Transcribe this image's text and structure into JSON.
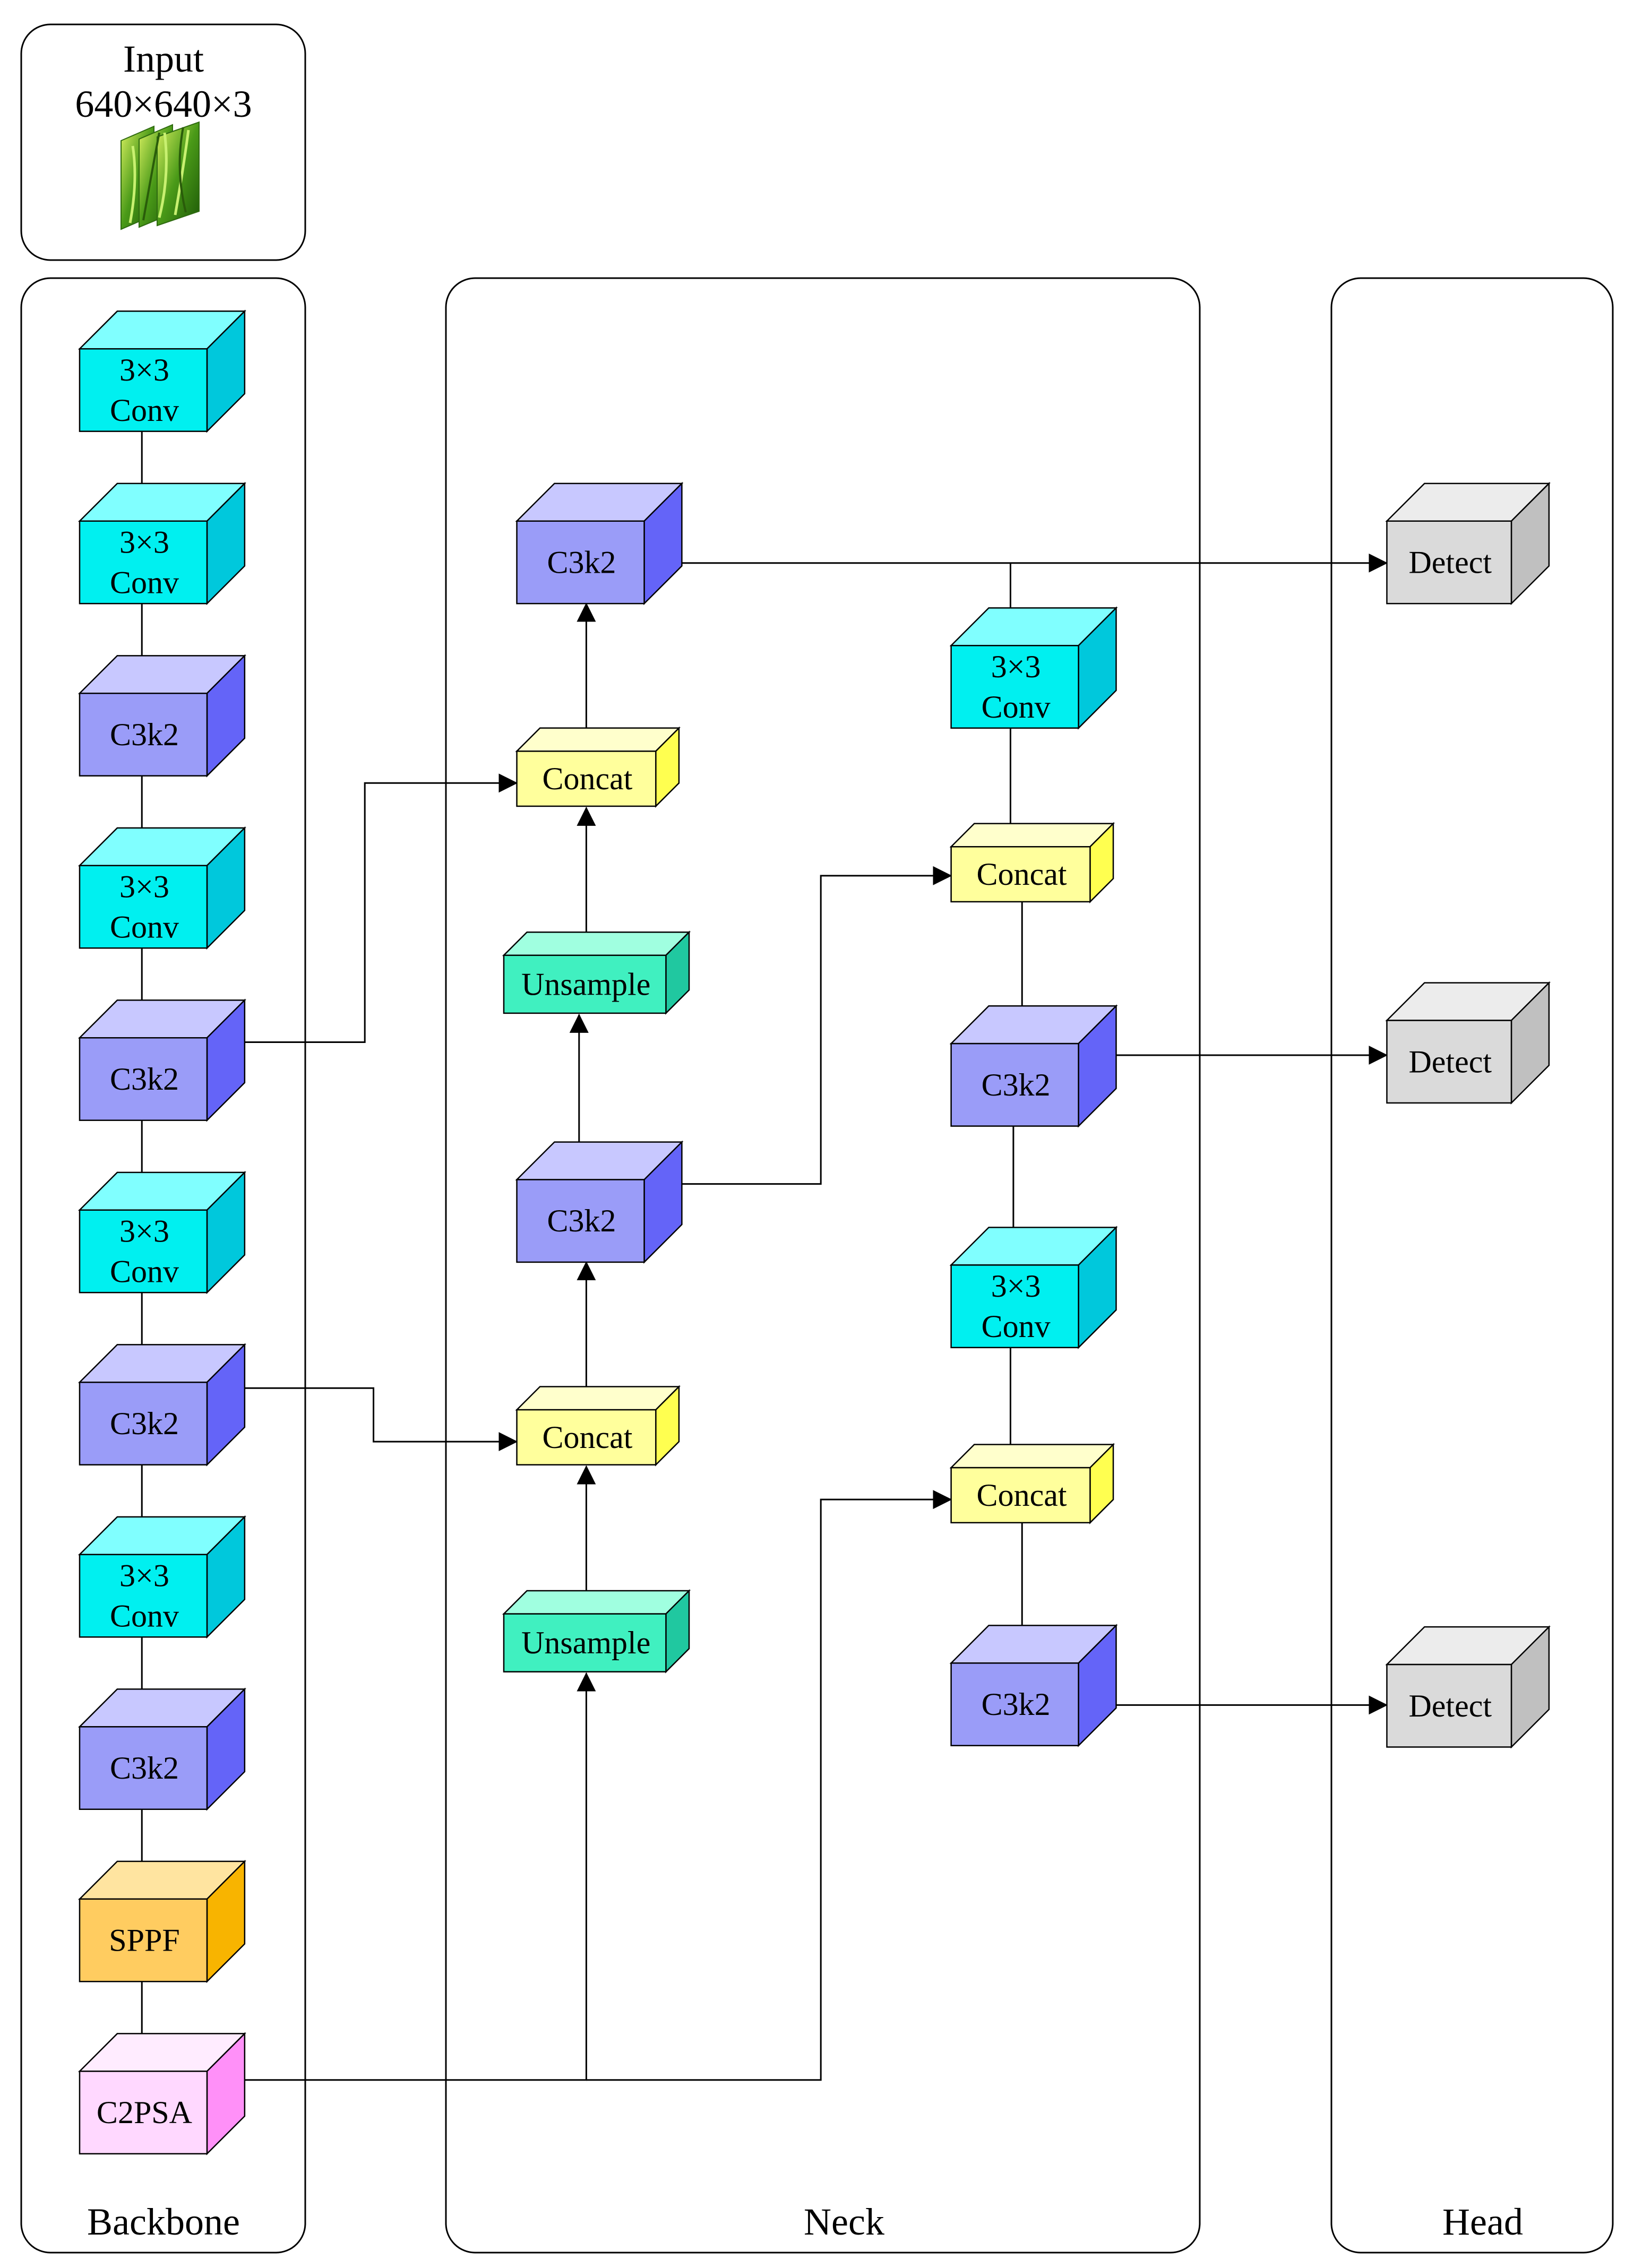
{
  "input": {
    "title": "Input",
    "size": "640×640×3"
  },
  "panels": {
    "backbone": "Backbone",
    "neck": "Neck",
    "head": "Head"
  },
  "colors": {
    "conv": {
      "front": "#00f0f0",
      "top": "#80ffff",
      "side": "#00c8dc"
    },
    "c3k2": {
      "front": "#9a9cf8",
      "top": "#c8c8ff",
      "side": "#6464f8"
    },
    "concat": {
      "front": "#ffff9c",
      "top": "#ffffcc",
      "side": "#ffff50"
    },
    "upsample": {
      "front": "#40f0c0",
      "top": "#a0ffe0",
      "side": "#20c8a0"
    },
    "sppf": {
      "front": "#ffcc60",
      "top": "#ffe4a0",
      "side": "#f8b400"
    },
    "c2psa": {
      "front": "#ffd8ff",
      "top": "#ffecff",
      "side": "#ff90f8"
    },
    "detect": {
      "front": "#dadada",
      "top": "#ececec",
      "side": "#c0c0c0"
    }
  },
  "nodes": [
    {
      "id": "b1",
      "kind": "conv",
      "label": [
        "3×3",
        "Conv"
      ]
    },
    {
      "id": "b2",
      "kind": "conv",
      "label": [
        "3×3",
        "Conv"
      ]
    },
    {
      "id": "b3",
      "kind": "c3k2",
      "label": [
        "C3k2"
      ]
    },
    {
      "id": "b4",
      "kind": "conv",
      "label": [
        "3×3",
        "Conv"
      ]
    },
    {
      "id": "b5",
      "kind": "c3k2",
      "label": [
        "C3k2"
      ]
    },
    {
      "id": "b6",
      "kind": "conv",
      "label": [
        "3×3",
        "Conv"
      ]
    },
    {
      "id": "b7",
      "kind": "c3k2",
      "label": [
        "C3k2"
      ]
    },
    {
      "id": "b8",
      "kind": "conv",
      "label": [
        "3×3",
        "Conv"
      ]
    },
    {
      "id": "b9",
      "kind": "c3k2",
      "label": [
        "C3k2"
      ]
    },
    {
      "id": "b10",
      "kind": "sppf",
      "label": [
        "SPPF"
      ]
    },
    {
      "id": "b11",
      "kind": "c2psa",
      "label": [
        "C2PSA"
      ]
    },
    {
      "id": "n_c3k2_top",
      "kind": "c3k2",
      "label": [
        "C3k2"
      ]
    },
    {
      "id": "n_concat_1",
      "kind": "concat",
      "label": [
        "Concat"
      ]
    },
    {
      "id": "n_up_1",
      "kind": "upsample",
      "label": [
        "Unsample"
      ]
    },
    {
      "id": "n_c3k2_mid",
      "kind": "c3k2",
      "label": [
        "C3k2"
      ]
    },
    {
      "id": "n_concat_2",
      "kind": "concat",
      "label": [
        "Concat"
      ]
    },
    {
      "id": "n_up_2",
      "kind": "upsample",
      "label": [
        "Unsample"
      ]
    },
    {
      "id": "r_conv_1",
      "kind": "conv",
      "label": [
        "3×3",
        "Conv"
      ]
    },
    {
      "id": "r_concat_1",
      "kind": "concat",
      "label": [
        "Concat"
      ]
    },
    {
      "id": "r_c3k2_1",
      "kind": "c3k2",
      "label": [
        "C3k2"
      ]
    },
    {
      "id": "r_conv_2",
      "kind": "conv",
      "label": [
        "3×3",
        "Conv"
      ]
    },
    {
      "id": "r_concat_2",
      "kind": "concat",
      "label": [
        "Concat"
      ]
    },
    {
      "id": "r_c3k2_2",
      "kind": "c3k2",
      "label": [
        "C3k2"
      ]
    },
    {
      "id": "d1",
      "kind": "detect",
      "label": [
        "Detect"
      ]
    },
    {
      "id": "d2",
      "kind": "detect",
      "label": [
        "Detect"
      ]
    },
    {
      "id": "d3",
      "kind": "detect",
      "label": [
        "Detect"
      ]
    }
  ],
  "edges": [
    [
      "b1",
      "b2"
    ],
    [
      "b2",
      "b3"
    ],
    [
      "b3",
      "b4"
    ],
    [
      "b4",
      "b5"
    ],
    [
      "b5",
      "b6"
    ],
    [
      "b6",
      "b7"
    ],
    [
      "b7",
      "b8"
    ],
    [
      "b8",
      "b9"
    ],
    [
      "b9",
      "b10"
    ],
    [
      "b10",
      "b11"
    ],
    [
      "b5",
      "n_concat_1"
    ],
    [
      "b7",
      "n_concat_2"
    ],
    [
      "b11",
      "n_up_2"
    ],
    [
      "b11",
      "r_concat_2"
    ],
    [
      "n_up_2",
      "n_concat_2"
    ],
    [
      "n_concat_2",
      "n_c3k2_mid"
    ],
    [
      "n_c3k2_mid",
      "n_up_1"
    ],
    [
      "n_c3k2_mid",
      "r_concat_1"
    ],
    [
      "n_up_1",
      "n_concat_1"
    ],
    [
      "n_concat_1",
      "n_c3k2_top"
    ],
    [
      "n_c3k2_top",
      "d1"
    ],
    [
      "n_c3k2_top",
      "r_conv_1"
    ],
    [
      "r_conv_1",
      "r_concat_1"
    ],
    [
      "r_concat_1",
      "r_c3k2_1"
    ],
    [
      "r_c3k2_1",
      "d2"
    ],
    [
      "r_c3k2_1",
      "r_conv_2"
    ],
    [
      "r_conv_2",
      "r_concat_2"
    ],
    [
      "r_concat_2",
      "r_c3k2_2"
    ],
    [
      "r_c3k2_2",
      "d3"
    ]
  ]
}
